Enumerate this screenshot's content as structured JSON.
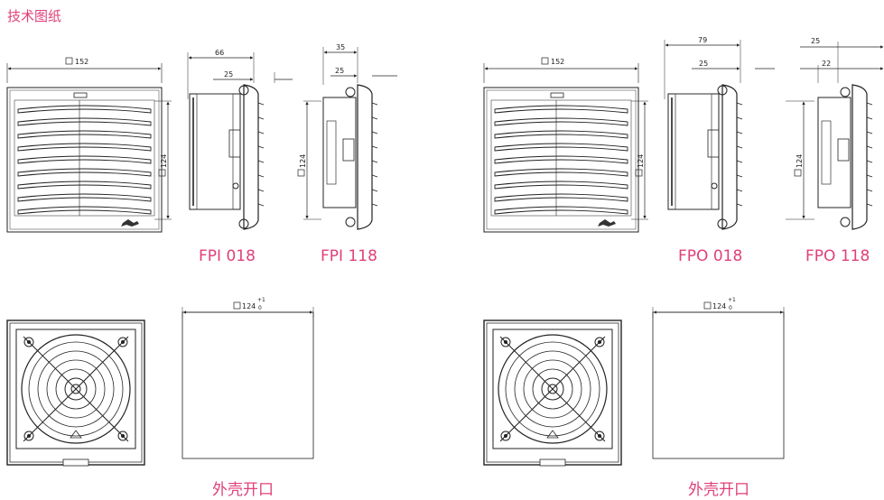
{
  "page": {
    "title": "技术图纸"
  },
  "models": [
    {
      "name": "FPI 018"
    },
    {
      "name": "FPI 118"
    },
    {
      "name": "FPO 018"
    },
    {
      "name": "FPO 118"
    }
  ],
  "cutout_label": "外壳开口",
  "dimensions": {
    "width": "152",
    "height": "124",
    "fpi018_depth": "66",
    "fpi018_inner": "25",
    "fpi118_depth": "35",
    "fpi118_inner": "25",
    "fpo018_depth": "79",
    "fpo018_inner": "25",
    "fpo118_depth": "25",
    "fpo118_inner": "22",
    "cutout": "124",
    "cutout_tol_upper": "+1",
    "cutout_tol_lower": "0"
  },
  "colors": {
    "accent": "#e0407a",
    "line": "#222222"
  }
}
